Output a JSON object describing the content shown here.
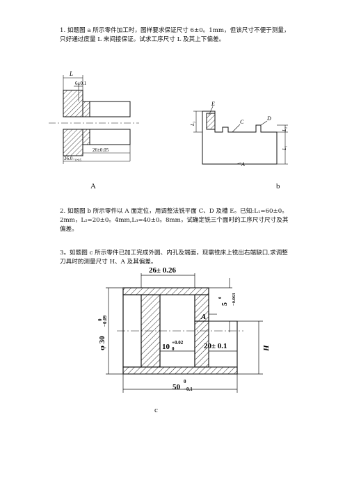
{
  "problems": [
    {
      "text": "1. 如题图 a 所示零件加工时，图样要求保证尺寸 6±0。1mm，但该尺寸不便于测量，只好通过度量 L 来间接保证。试求工序尺寸 L 及其上下偏差。"
    },
    {
      "text": "2. 如题图 b 所示零件以 A 面定位，用调整法铣平面 C、D 及槽 E。已知:L₁=60±0。2mm，L₂=20±0。4mm,L₃=40±0。8mm，试确定铣三个面时的工序尺寸尺寸及其偏差。"
    },
    {
      "text": "3。如题图 c 所示零件已加工完成外圆、内孔及端面，现需铣床上铣出右端缺口,求调整刀具时的测量尺寸 H、A 及其偏差。"
    }
  ],
  "figure_a": {
    "caption": "A",
    "dims": {
      "L": "L",
      "six": "6±0.1",
      "twentysix": "26±0.05",
      "thirtysix": "36.0₋₀.₀₅"
    }
  },
  "figure_b": {
    "caption": "b",
    "labels": {
      "E": "E",
      "C": "C",
      "D": "D",
      "A": "A",
      "L1": "L₁",
      "L2": "L₂",
      "L3": "L₃"
    }
  },
  "figure_c": {
    "caption": "c",
    "dims": {
      "top": "26± 0.26",
      "phi": "φ 30",
      "phi_tol_up": "0",
      "phi_tol_low": "−0.09",
      "five": "5",
      "five_tol_up": "0",
      "five_tol_low": "−0.063",
      "ten": "10",
      "ten_tol_up": "+0.02",
      "ten_tol_low": "0",
      "twenty": "20± 0.1",
      "fifty": "50",
      "fifty_tol_up": "0",
      "fifty_tol_low": "−0.1",
      "A": "A",
      "H": "H"
    }
  },
  "colors": {
    "ink": "#111111",
    "paper": "#ffffff"
  }
}
